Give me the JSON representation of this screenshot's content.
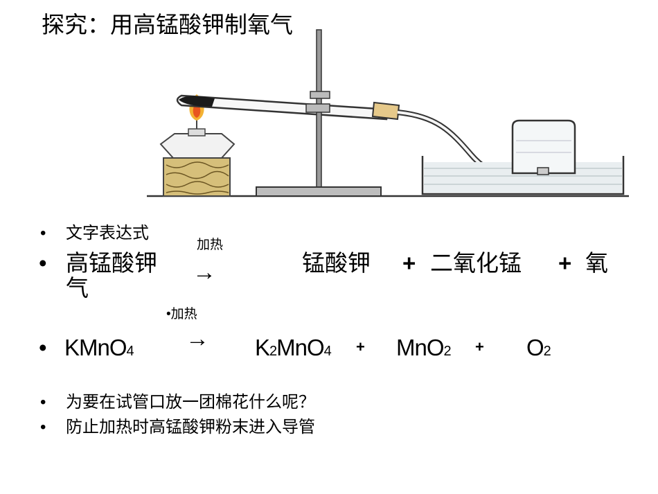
{
  "title": "探究：用高锰酸钾制氧气",
  "apparatus_icon": "oxygen-preparation-apparatus",
  "bullets": {
    "b1": "文字表达式",
    "b2_reactant": "高锰酸钾",
    "b2_cond": "加热",
    "b2_arrow": "→",
    "b2_p1": "锰酸钾",
    "b2_plus1": "+",
    "b2_p2": "二氧化锰",
    "b2_plus2": "+",
    "b2_p3a": "氧",
    "b2_p3b": "气",
    "b3_cond": "•加热",
    "b3_reactant": "KMnO",
    "b3_reactant_sub": "4",
    "b3_arrow": "→",
    "b3_p1a": "K",
    "b3_p1_sub1": "2",
    "b3_p1b": "MnO",
    "b3_p1_sub2": "4",
    "b3_plus1": "+",
    "b3_p2": "MnO",
    "b3_p2_sub": "2",
    "b3_plus2": "+",
    "b3_p3": "O",
    "b3_p3_sub": "2",
    "b4": "为要在试管口放一团棉花什么呢？",
    "b5": "防止加热时高锰酸钾粉末进入导管"
  },
  "colors": {
    "text": "#000000",
    "flame": "#e8551f",
    "wood": "#c9a85a"
  }
}
